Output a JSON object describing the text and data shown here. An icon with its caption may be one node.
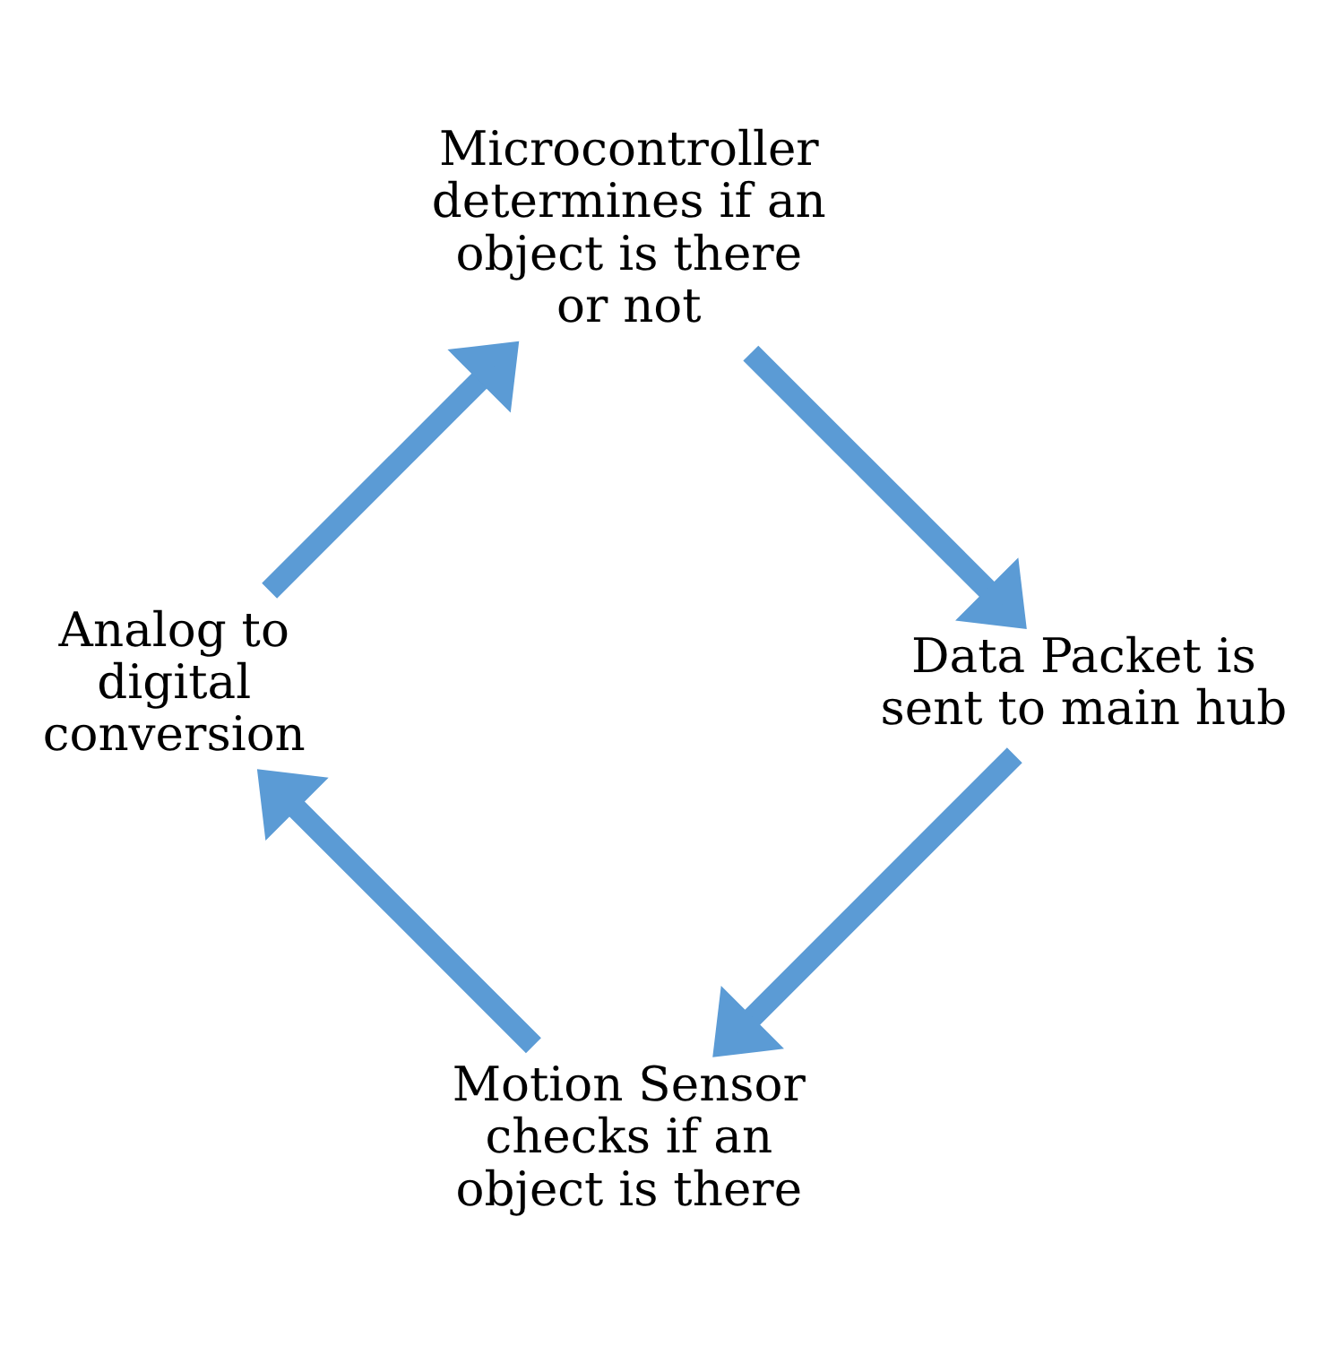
{
  "diagram": {
    "nodes": [
      {
        "text": [
          "Motion Sensor checks if an object is there"
        ]
      },
      {
        "text": [
          "Analog to digital conversion"
        ]
      },
      {
        "text": [
          "Microcontroller determines if an object is there or not"
        ]
      },
      {
        "text": [
          "Data Packet is sent to main hub"
        ]
      }
    ],
    "edges": [
      {
        "from": 0,
        "to": 1,
        "arrow": "to"
      },
      {
        "from": 1,
        "to": 2,
        "arrow": "to"
      },
      {
        "from": 2,
        "to": 3,
        "arrow": "to"
      },
      {
        "from": 3,
        "to": 0,
        "arrow": "to"
      }
    ]
  }
}
